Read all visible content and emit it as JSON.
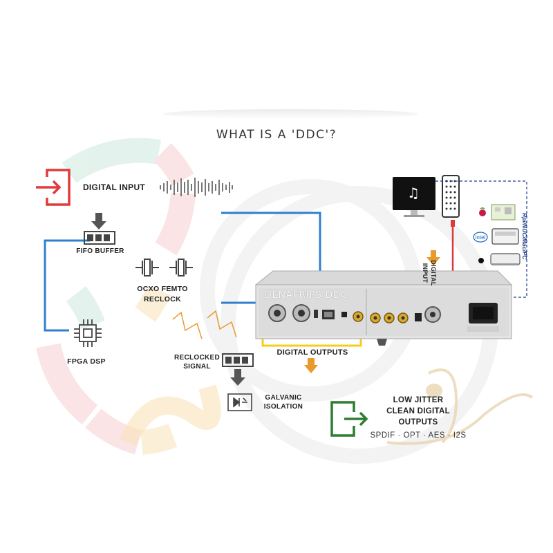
{
  "title": "WHAT IS A 'DDC'?",
  "steps": {
    "digital_input": "DIGITAL INPUT",
    "fifo_buffer": "FIFO BUFFER",
    "ocxo_line1": "OCXO FEMTO",
    "ocxo_line2": "RECLOCK",
    "fpga_dsp": "FPGA DSP",
    "reclocked_line1": "RECLOCKED",
    "reclocked_line2": "SIGNAL",
    "galvanic_line1": "GALVANIC",
    "galvanic_line2": "ISOLATION"
  },
  "device": {
    "brand": "DENAFRIPS DDC",
    "digital_outputs": "DIGITAL OUTPUTS",
    "digital_input_vertical_1": "DIGITAL",
    "digital_input_vertical_2": "INPUT",
    "sources_vertical": "Rpi/NUC/Mac/PC"
  },
  "result": {
    "line1": "LOW JITTER",
    "line2": "CLEAN DIGITAL",
    "line3": "OUTPUTS",
    "formats": "SPDIF · OPT · AES · I2S"
  },
  "colors": {
    "input_red": "#e03a3a",
    "output_green": "#2e7d32",
    "flow_blue": "#2d7fd0",
    "yellow": "#f2cf1e",
    "orange": "#e89a2c",
    "cable_red": "#d93a3a",
    "navy_dash": "#1a3a8a"
  }
}
